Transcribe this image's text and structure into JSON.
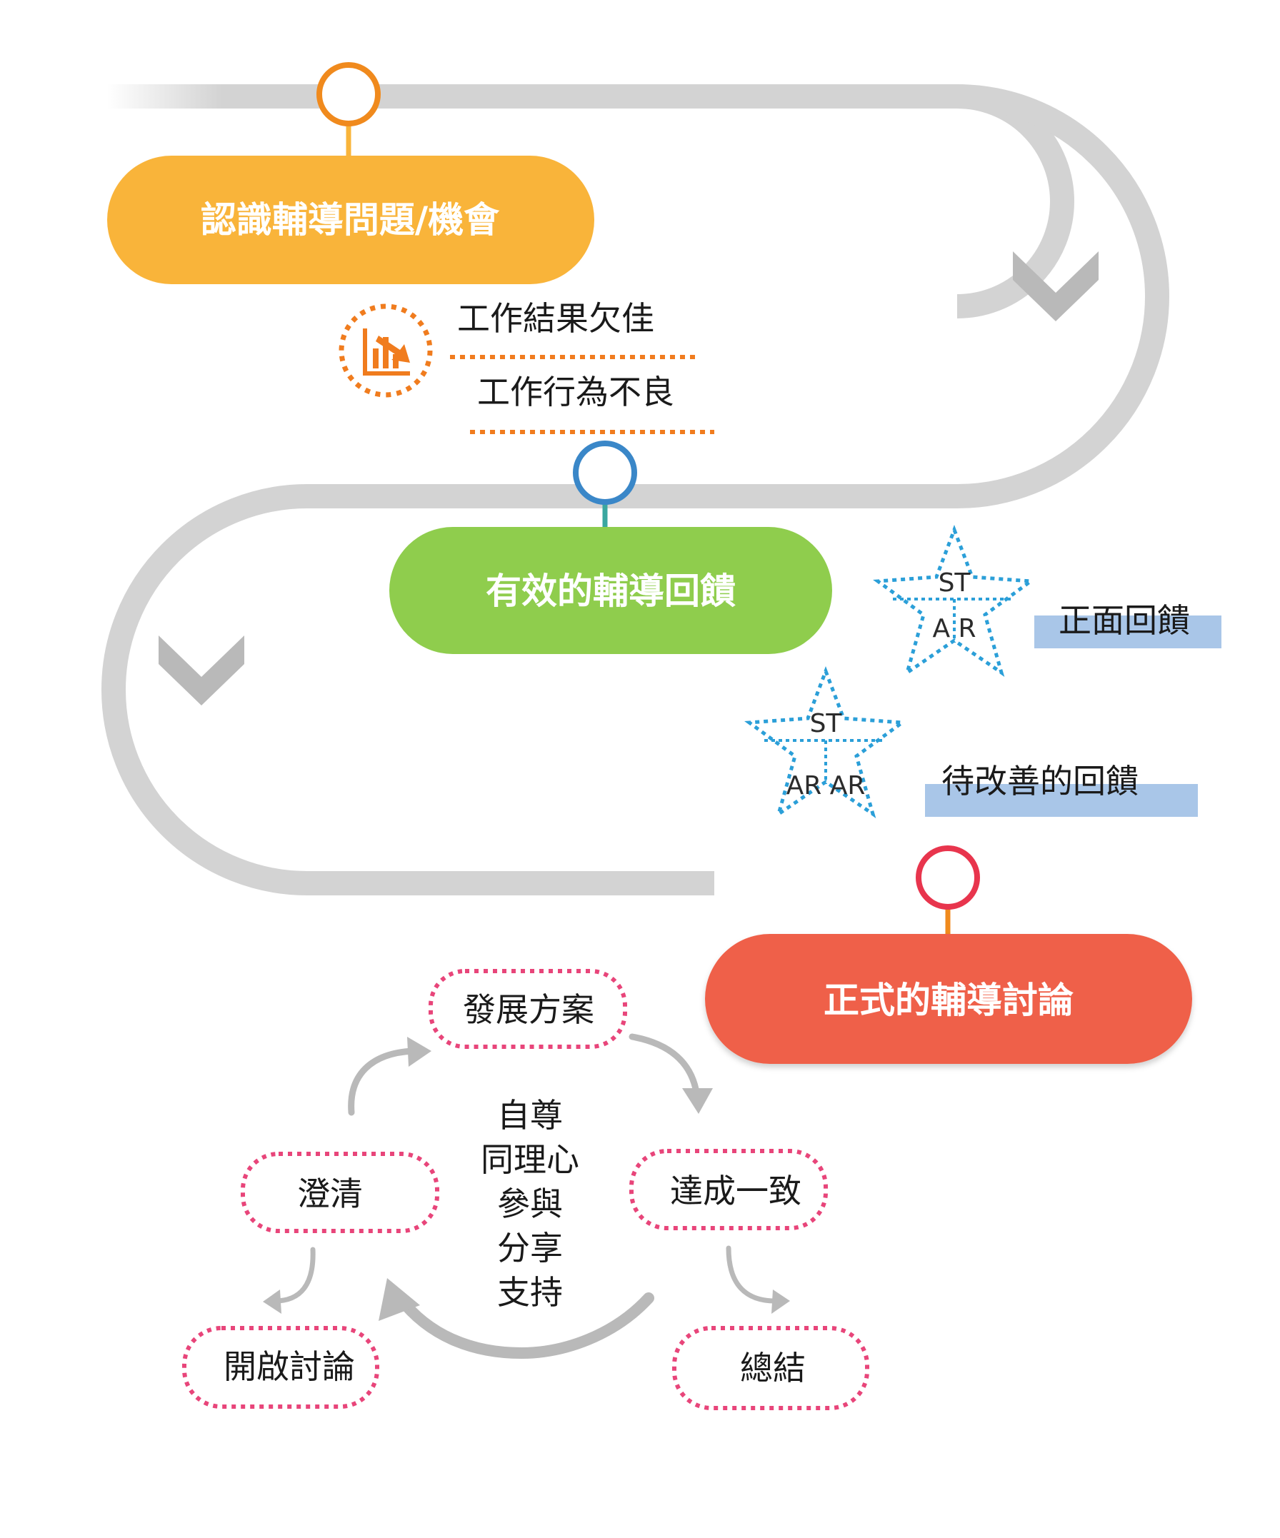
{
  "steps": [
    {
      "label": "認識輔導問題/機會",
      "color": "#f9b43a",
      "node_color": "#f08a1d"
    },
    {
      "label": "有效的輔導回饋",
      "color": "#8fcd4d",
      "node_color": "#3a87c8"
    },
    {
      "label": "正式的輔導討論",
      "color": "#ef6148",
      "node_color": "#e8354d"
    }
  ],
  "problem_notes": [
    "工作結果欠佳",
    "工作行為不良"
  ],
  "feedback": [
    {
      "star_top": "ST",
      "star_bottom": "A R",
      "label": "正面回饋"
    },
    {
      "star_top": "ST",
      "star_bottom": "AR AR",
      "label": "待改善的回饋"
    }
  ],
  "discussion": {
    "center_lines": [
      "自尊",
      "同理心",
      "參與",
      "分享",
      "支持"
    ],
    "stages": {
      "open": "開啟討論",
      "clarify": "澄清",
      "develop": "發展方案",
      "agree": "達成一致",
      "summary": "總結"
    }
  },
  "colors": {
    "track": "#d3d3d3",
    "arrow": "#b9b9b9",
    "dotted_orange": "#f07c1e",
    "star_blue": "#2b9fd8",
    "highlight_blue": "#a9c6e8",
    "dotted_pink": "#e8457a"
  }
}
